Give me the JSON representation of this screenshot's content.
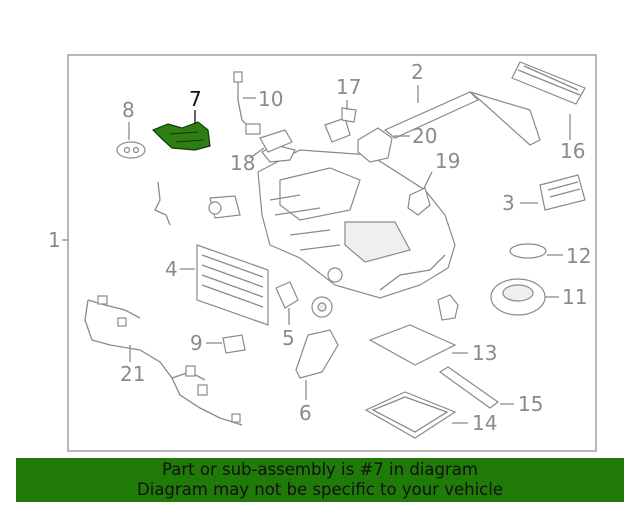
{
  "callouts": {
    "c1": "1",
    "c2": "2",
    "c3": "3",
    "c4": "4",
    "c5": "5",
    "c6": "6",
    "c7": "7",
    "c8": "8",
    "c9": "9",
    "c10": "10",
    "c11": "11",
    "c12": "12",
    "c13": "13",
    "c14": "14",
    "c15": "15",
    "c16": "16",
    "c17": "17",
    "c18": "18",
    "c19": "19",
    "c20": "20",
    "c21": "21"
  },
  "highlight": {
    "part": "7",
    "color": "#2f7d14"
  },
  "banner": {
    "line1": "Part or sub-assembly is #7 in diagram",
    "line2": "Diagram may not be specific to your vehicle",
    "color": "#1f7a08"
  }
}
